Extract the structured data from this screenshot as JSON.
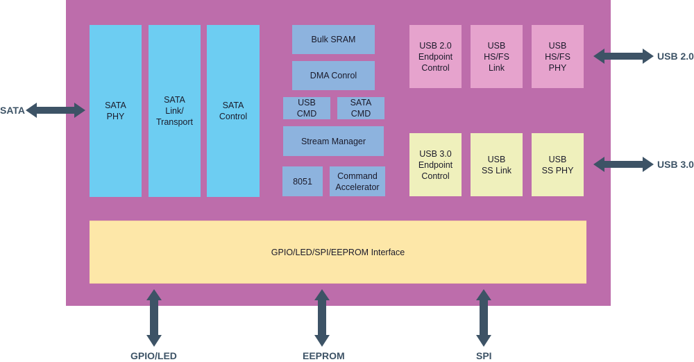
{
  "diagram": {
    "colors": {
      "chip_background": "#bd6dab",
      "sata_blocks": "#6dcdf2",
      "core_blocks": "#8db3de",
      "usb2_blocks": "#e6a3cd",
      "usb3_blocks": "#eff0bc",
      "io_interface": "#fde7a8",
      "arrows_and_labels": "#3d5366"
    },
    "sata_blocks": [
      {
        "label": "SATA\nPHY"
      },
      {
        "label": "SATA\nLink/\nTransport"
      },
      {
        "label": "SATA\nControl"
      }
    ],
    "core_blocks": {
      "bulk_sram": "Bulk SRAM",
      "dma_control": "DMA Conrol",
      "usb_cmd": "USB\nCMD",
      "sata_cmd": "SATA\nCMD",
      "stream_manager": "Stream Manager",
      "cpu_8051": "8051",
      "command_accelerator": "Command\nAccelerator"
    },
    "usb2_blocks": [
      {
        "label": "USB 2.0\nEndpoint\nControl"
      },
      {
        "label": "USB\nHS/FS\nLink"
      },
      {
        "label": "USB\nHS/FS\nPHY"
      }
    ],
    "usb3_blocks": [
      {
        "label": "USB 3.0\nEndpoint\nControl"
      },
      {
        "label": "USB\nSS Link"
      },
      {
        "label": "USB\nSS PHY"
      }
    ],
    "io_interface": "GPIO/LED/SPI/EEPROM Interface",
    "external_ports": {
      "sata": "SATA",
      "usb2": "USB 2.0",
      "usb3": "USB 3.0",
      "gpio_led": "GPIO/LED",
      "eeprom": "EEPROM",
      "spi": "SPI"
    }
  }
}
